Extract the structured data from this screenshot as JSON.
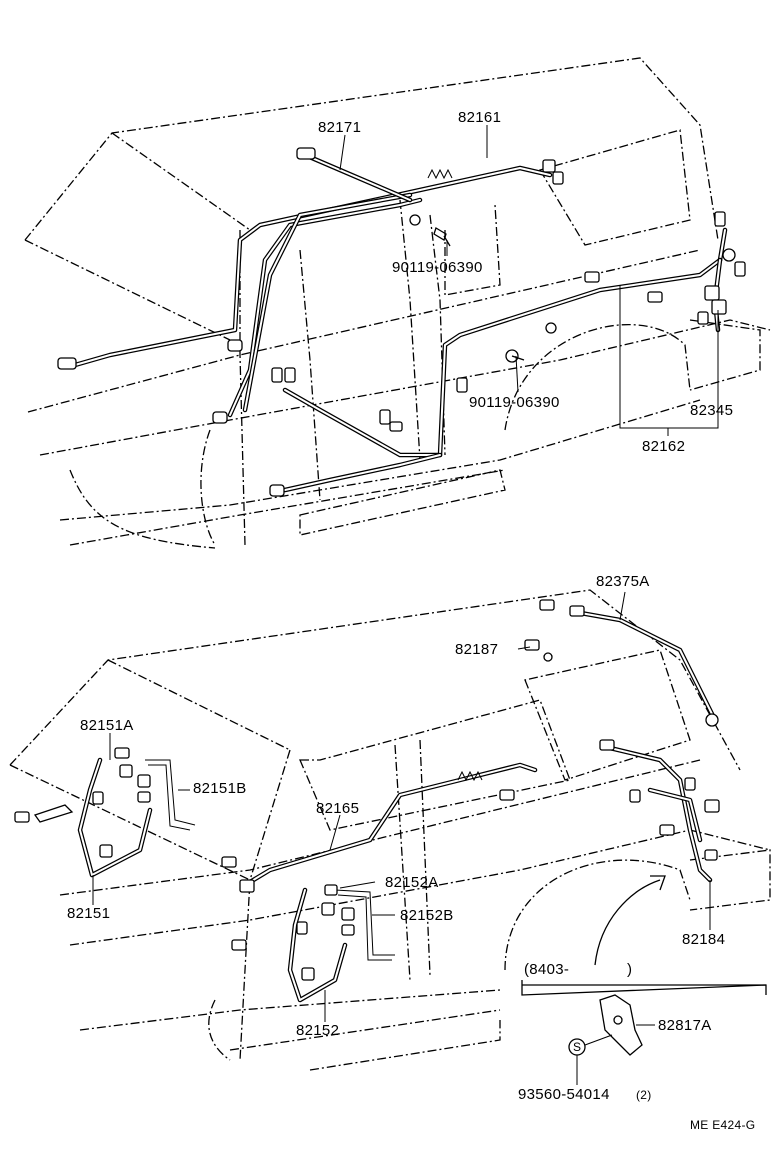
{
  "top": {
    "labels": {
      "p82171": "82171",
      "p82161": "82161",
      "bolt1": "90119-06390",
      "bolt2": "90119-06390",
      "p82345": "82345",
      "p82162": "82162"
    }
  },
  "bottom": {
    "labels": {
      "p82375A": "82375A",
      "p82187": "82187",
      "p82151A": "82151A",
      "p82151B": "82151B",
      "p82165": "82165",
      "p82151": "82151",
      "p82152A": "82152A",
      "p82152B": "82152B",
      "p82184": "82184",
      "p8403": "(8403-",
      "p8403_close": ")",
      "p82817A": "82817A",
      "s_mark": "S",
      "p93560": "93560-54014",
      "qty": "(2)",
      "p82152": "82152"
    }
  },
  "footer": {
    "code": "ME E424-G"
  },
  "icons": [
    "car-body-outline",
    "wire-harness",
    "connector",
    "bolt",
    "grommet",
    "clamp",
    "arrow"
  ]
}
